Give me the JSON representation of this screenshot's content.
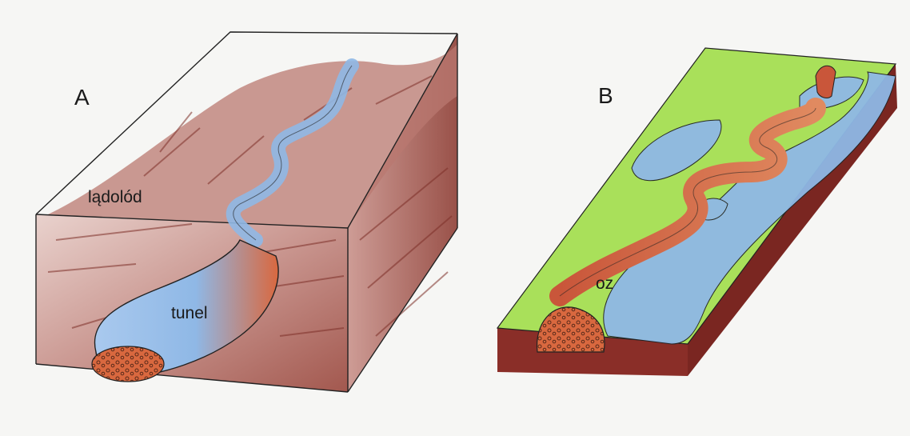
{
  "panels": [
    {
      "letter": "A",
      "terms": {
        "ice": "lądolód",
        "tunnel": "tunel"
      }
    },
    {
      "letter": "B",
      "terms": {
        "esker": "oz"
      }
    }
  ],
  "colors": {
    "ice_brown": "#9b4a40",
    "ice_light": "#d9b3ad",
    "meltwater_blue": "#8fb8e6",
    "tunnel_orange": "#d9683f",
    "grass_green": "#a9e05a",
    "soil_dark": "#8a2e28",
    "outline": "#222222"
  }
}
